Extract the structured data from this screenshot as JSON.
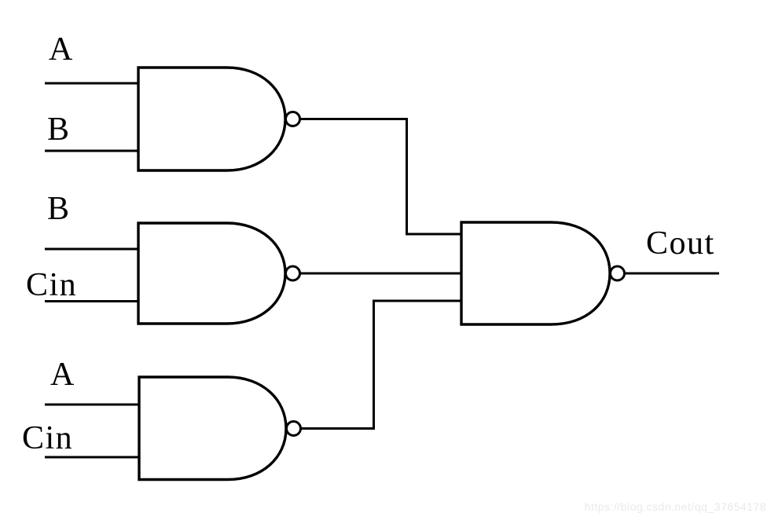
{
  "diagram": {
    "type": "logic-circuit-schematic",
    "description": "Three 2-input NAND gates feeding one 3-input NAND gate producing Cout (full-adder carry-out)",
    "colors": {
      "line": "#000000",
      "background": "#ffffff",
      "watermark_text": "#e9e9e9"
    },
    "gates": [
      {
        "id": "nand1",
        "type": "NAND",
        "inputs": [
          "A",
          "B"
        ],
        "output_to": "nand4 input 1"
      },
      {
        "id": "nand2",
        "type": "NAND",
        "inputs": [
          "B",
          "Cin"
        ],
        "output_to": "nand4 input 2"
      },
      {
        "id": "nand3",
        "type": "NAND",
        "inputs": [
          "A",
          "Cin"
        ],
        "output_to": "nand4 input 3"
      },
      {
        "id": "nand4",
        "type": "NAND",
        "inputs": [
          "nand1 output",
          "nand2 output",
          "nand3 output"
        ],
        "output": "Cout"
      }
    ],
    "labels": {
      "nand1_in1": "A",
      "nand1_in2": "B",
      "nand2_in1": "B",
      "nand2_in2": "Cin",
      "nand3_in1": "A",
      "nand3_in2": "Cin",
      "output": "Cout"
    },
    "watermark": "https://blog.csdn.net/qq_37654178"
  }
}
